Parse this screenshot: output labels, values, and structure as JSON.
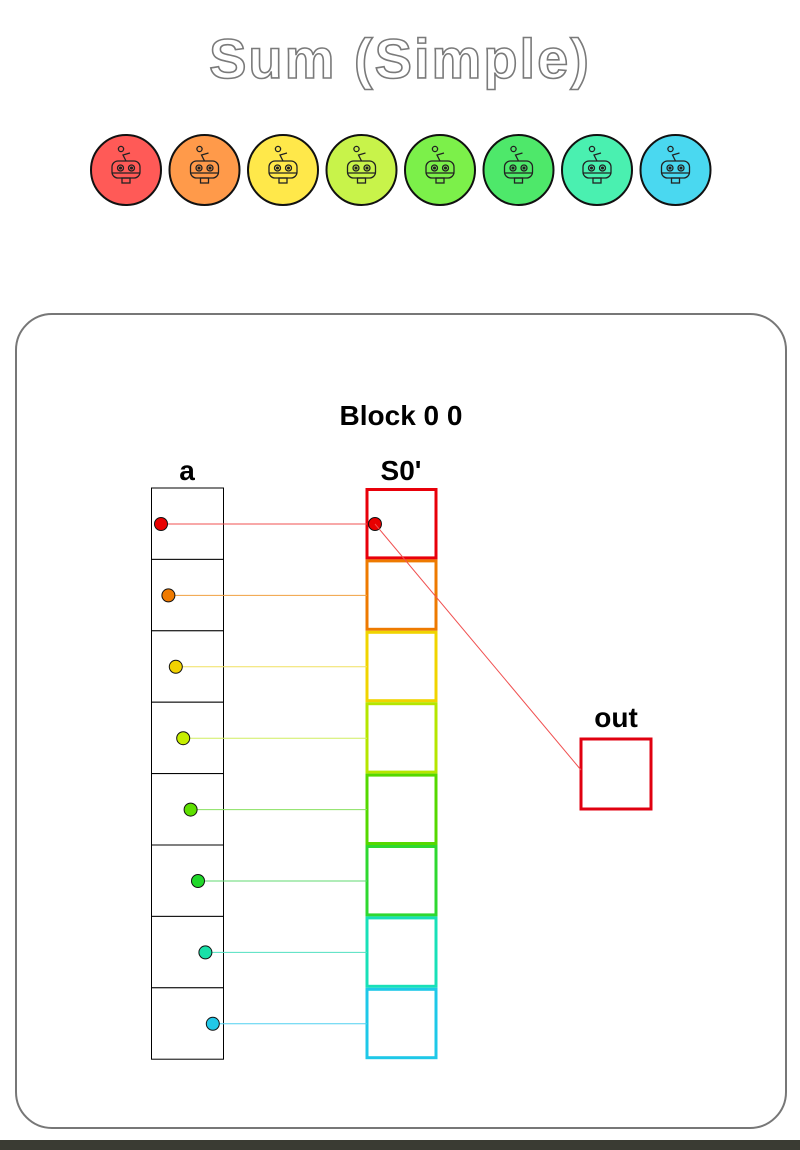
{
  "title": "Sum (Simple)",
  "threads": [
    {
      "color": "#ff5a57",
      "icon": "robot-icon"
    },
    {
      "color": "#ff9a4a",
      "icon": "robot-icon"
    },
    {
      "color": "#ffe84a",
      "icon": "robot-icon"
    },
    {
      "color": "#c8f34a",
      "icon": "robot-icon"
    },
    {
      "color": "#7cf04a",
      "icon": "robot-icon"
    },
    {
      "color": "#4ee86a",
      "icon": "robot-icon"
    },
    {
      "color": "#4af0b0",
      "icon": "robot-icon"
    },
    {
      "color": "#4ad8f0",
      "icon": "robot-icon"
    }
  ],
  "block": {
    "label": "Block 0 0",
    "array_a_label": "a",
    "shared_label": "S0'",
    "out_label": "out",
    "lane_colors": [
      "#e8000a",
      "#ee7a00",
      "#f0d400",
      "#b5e600",
      "#55d800",
      "#2ed830",
      "#18e0b8",
      "#1ec8e8"
    ],
    "dot_colors": [
      "#e80000",
      "#ef7a00",
      "#f2d200",
      "#c6ee00",
      "#5ee000",
      "#20d82a",
      "#18e0a8",
      "#22c8e8"
    ],
    "line_colors": [
      "#f05050",
      "#f0a040",
      "#f0e060",
      "#d0ee60",
      "#88e060",
      "#60d870",
      "#50e0c0",
      "#50d0f0"
    ],
    "out_color": "#e00010"
  }
}
